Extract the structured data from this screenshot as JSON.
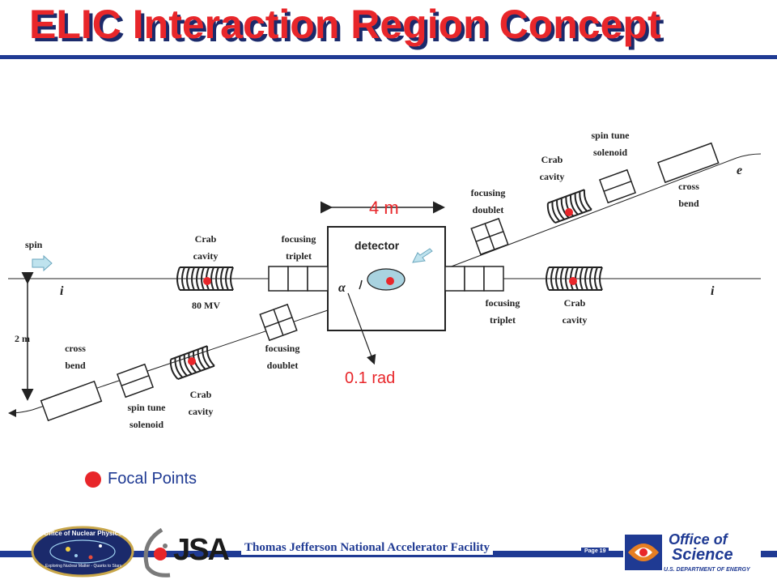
{
  "title": "ELIC Interaction Region Concept",
  "labels": {
    "four_m": "4 m",
    "detector": "detector",
    "spin": "spin",
    "i_left": "i",
    "i_right": "i",
    "e": "e",
    "alpha": "α",
    "two_m": "2 m",
    "crab_cavity_upper_left_1": "Crab",
    "crab_cavity_upper_left_2": "cavity",
    "voltage": "80 MV",
    "focusing_triplet_left_1": "focusing",
    "focusing_triplet_left_2": "triplet",
    "focusing_triplet_right_1": "focusing",
    "focusing_triplet_right_2": "triplet",
    "crab_cavity_right_1": "Crab",
    "crab_cavity_right_2": "cavity",
    "focusing_doublet_lower_1": "focusing",
    "focusing_doublet_lower_2": "doublet",
    "focusing_doublet_upper_1": "focusing",
    "focusing_doublet_upper_2": "doublet",
    "crab_cavity_upper_1": "Crab",
    "crab_cavity_upper_2": "cavity",
    "spin_tune_solenoid_upper_1": "spin tune",
    "spin_tune_solenoid_upper_2": "solenoid",
    "cross_bend_upper_1": "cross",
    "cross_bend_upper_2": "bend",
    "cross_bend_lower_1": "cross",
    "cross_bend_lower_2": "bend",
    "spin_tune_solenoid_lower_1": "spin tune",
    "spin_tune_solenoid_lower_2": "solenoid",
    "crab_cavity_lower_1": "Crab",
    "crab_cavity_lower_2": "cavity",
    "angle": "0.1 rad"
  },
  "legend": {
    "focal_points": "Focal Points"
  },
  "footer": {
    "facility": "Thomas Jefferson National Accelerator Facility",
    "page": "Page 19"
  },
  "logos": {
    "nuclear_physics_top": "Office of Nuclear Physics",
    "nuclear_physics_bottom": "Exploring Nuclear Matter - Quarks to Stars",
    "jsa": "JSA",
    "science_line1": "Office of",
    "science_line2": "Science",
    "science_line3": "U.S. DEPARTMENT OF ENERGY"
  },
  "colors": {
    "title_red": "#e8262a",
    "title_shadow": "#1b2a6b",
    "rule_blue": "#1f3a93",
    "focal_red": "#e8262a",
    "ip_blue": "#a9d3e0"
  }
}
